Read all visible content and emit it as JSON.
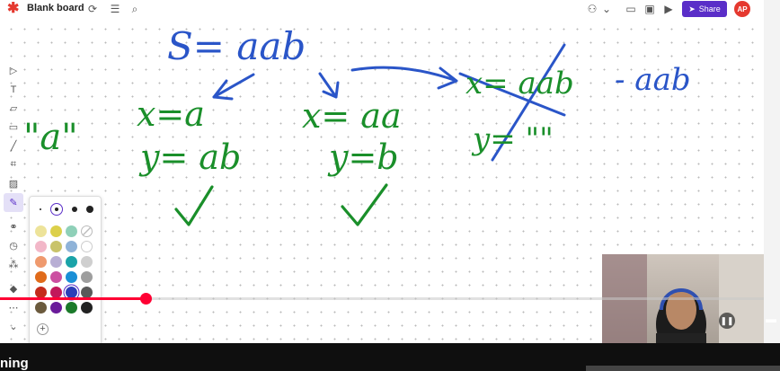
{
  "app": {
    "board_title": "Blank board"
  },
  "toolbar": {
    "share_label": "Share",
    "avatar_initials": "AP",
    "icons": [
      "sync-icon",
      "menu-icon",
      "search-icon",
      "collaborators-icon",
      "chevron-down-icon",
      "comment-icon",
      "present-icon",
      "play-icon",
      "send-icon"
    ]
  },
  "tools": [
    "select-tool-icon",
    "text-tool-icon",
    "sticky-note-tool-icon",
    "rectangle-tool-icon",
    "line-tool-icon",
    "frame-tool-icon",
    "image-tool-icon",
    "pen-tool-icon",
    "link-tool-icon",
    "timer-tool-icon",
    "shapes-tool-icon",
    "diamond-tool-icon",
    "more-tools-icon",
    "chevron-down-icon"
  ],
  "palette": {
    "swatches": [
      "#ede39a",
      "#dcd04a",
      "#8fd0b8",
      "none",
      "#f2b7c8",
      "#c9c36a",
      "#8fb3d8",
      "#ffffff",
      "#ef9a6e",
      "#b8aed4",
      "#1aa3a8",
      "#cfcfcf",
      "#e06b1b",
      "#cc4fa1",
      "#1a8fd6",
      "#9e9e9e",
      "#c42b1c",
      "#c2185b",
      "#2c3eb8",
      "#5a5a5a",
      "#6b5a3d",
      "#6a1b9a",
      "#1b7a2a",
      "#222222"
    ],
    "selected_index": 18
  },
  "handwriting": {
    "ink_green": "#1a8f2a",
    "ink_blue": "#2a55c8",
    "s_eq": "S= aab",
    "quote_a": "\"a\"",
    "left_x": "x=a",
    "left_y": "y= ab",
    "mid_x": "x= aa",
    "mid_y": "y=b",
    "right_x": "x= aab",
    "right_y": "y= \"\"",
    "far_right": "- aab"
  },
  "video": {
    "progress_fraction": 0.19,
    "title_fragment": "ning"
  }
}
